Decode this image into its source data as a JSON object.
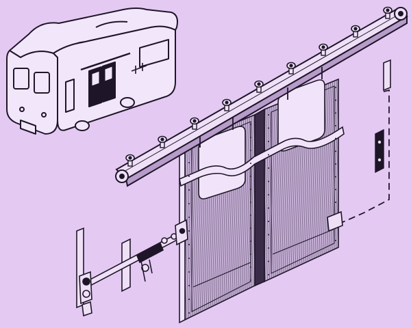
{
  "colors": {
    "background": "#e4c9f3",
    "ink": "#1e1628",
    "door_panel": "#c7b0d7",
    "door_dark": "#3a2c48",
    "highlight": "#f1e4fa"
  },
  "door_panels": [
    {
      "side": "left"
    },
    {
      "side": "right"
    }
  ],
  "track_rollers": 9,
  "icons": {
    "carriage": "railcar-icon",
    "track": "overhead-track-icon",
    "mechanism": "door-operator-mechanism-icon"
  }
}
